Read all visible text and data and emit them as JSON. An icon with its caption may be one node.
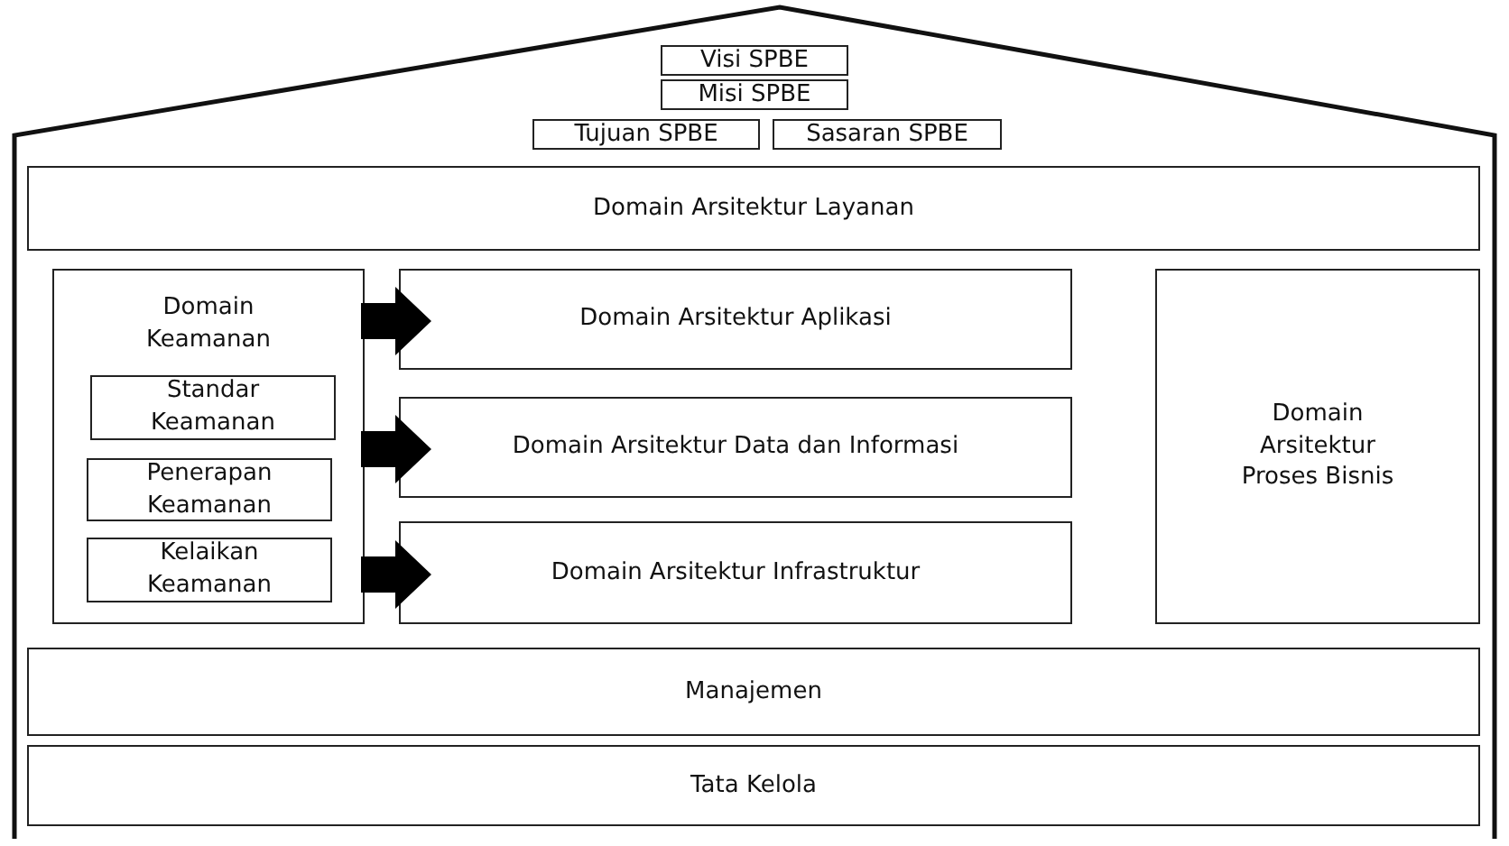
{
  "diagram": {
    "nodes": [
      {
        "text": [],
        "shape": "house"
      },
      {
        "text": [
          "Visi SPBE"
        ],
        "in": 0
      },
      {
        "text": [
          "Misi SPBE"
        ],
        "in": 0
      },
      {
        "text": [
          "Tujuan SPBE"
        ],
        "in": 0
      },
      {
        "text": [
          "Sasaran SPBE"
        ],
        "in": 0
      },
      {
        "text": [
          "Domain Arsitektur Layanan"
        ],
        "in": 0
      },
      {
        "text": [
          "Domain Keamanan"
        ],
        "in": 0
      },
      {
        "text": [
          "Standar Keamanan"
        ],
        "in": 6
      },
      {
        "text": [
          "Penerapan Keamanan"
        ],
        "in": 6
      },
      {
        "text": [
          "Kelaikan Keamanan"
        ],
        "in": 6
      },
      {
        "text": [
          "Domain Arsitektur Aplikasi"
        ],
        "in": 0
      },
      {
        "text": [
          "Domain Arsitektur Data dan Informasi"
        ],
        "in": 0
      },
      {
        "text": [
          "Domain Arsitektur Infrastruktur"
        ],
        "in": 0
      },
      {
        "text": [
          "Domain Arsitektur Proses Bisnis"
        ],
        "in": 0
      },
      {
        "text": [
          "Manajemen"
        ],
        "in": 0
      },
      {
        "text": [
          "Tata Kelola"
        ],
        "in": 0
      }
    ],
    "edges": [
      {
        "from": 6,
        "to": 10,
        "arrow": "to",
        "style": "thick"
      },
      {
        "from": 6,
        "to": 11,
        "arrow": "to",
        "style": "thick"
      },
      {
        "from": 6,
        "to": 12,
        "arrow": "to",
        "style": "thick"
      }
    ]
  }
}
